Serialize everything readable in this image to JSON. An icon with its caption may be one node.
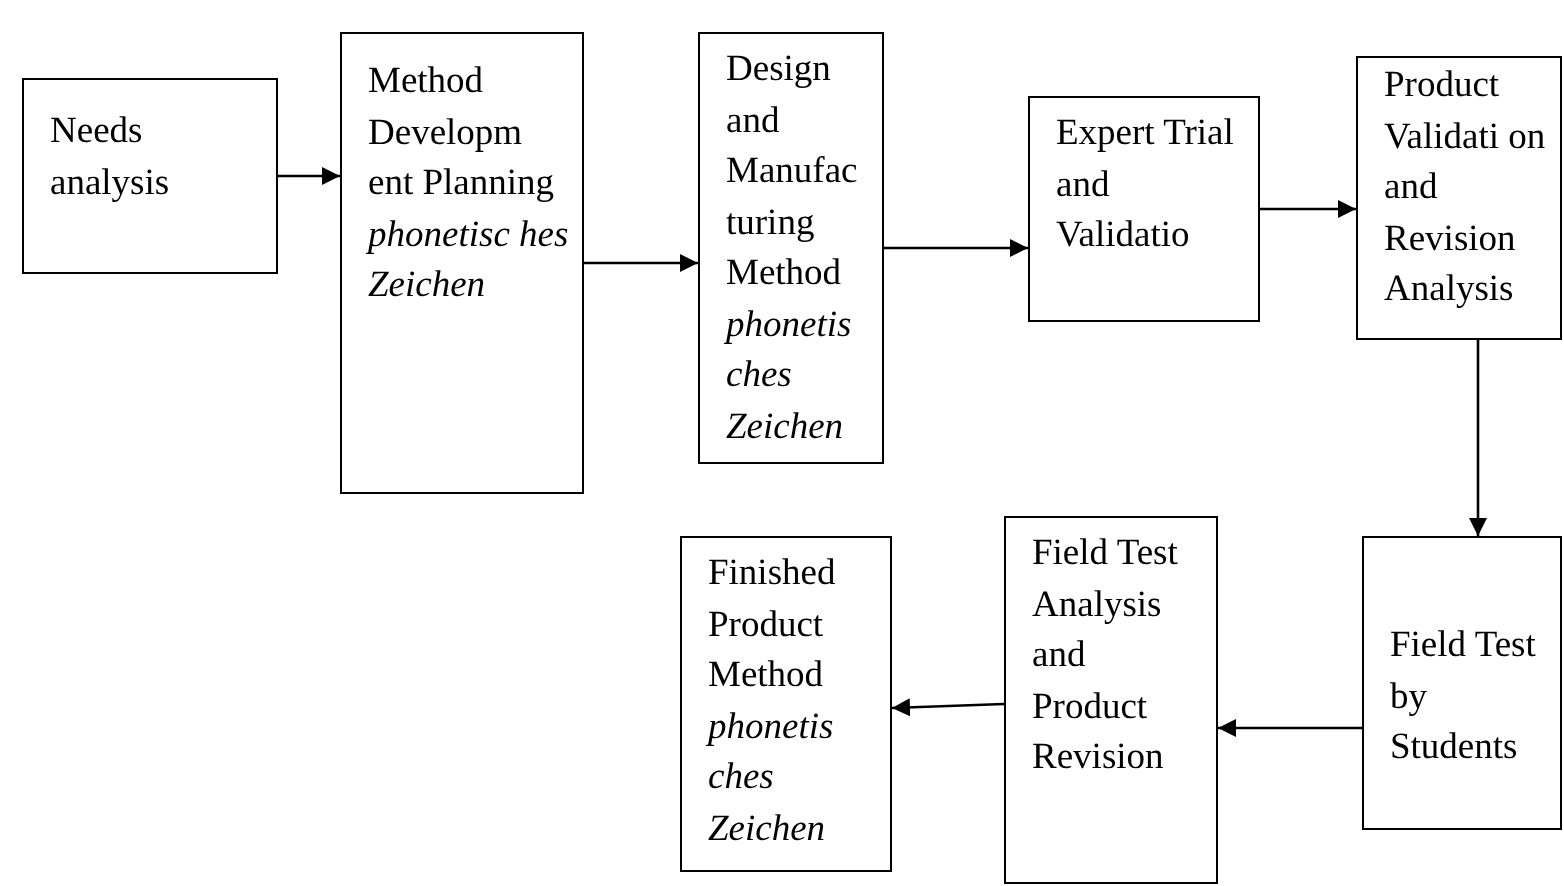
{
  "diagram": {
    "nodes": [
      {
        "text": [
          "Needs analysis"
        ]
      },
      {
        "text": [
          "Method Developm ent Planning *phonetisc hes Zeichen*"
        ]
      },
      {
        "text": [
          "Design and Manufac turing Method *phonetis ches Zeichen*"
        ]
      },
      {
        "text": [
          "Expert Trial and Validatio"
        ]
      },
      {
        "text": [
          "Product Validati on and Revision Analysis"
        ]
      },
      {
        "text": [
          "Field Test by Students"
        ]
      },
      {
        "text": [
          "Field Test Analysis and Product Revision"
        ]
      },
      {
        "text": [
          "Finished Product Method *phonetis ches Zeichen*"
        ]
      }
    ],
    "edges": [
      {
        "from": 0,
        "to": 1,
        "arrow": "to"
      },
      {
        "from": 1,
        "to": 2,
        "arrow": "to"
      },
      {
        "from": 2,
        "to": 3,
        "arrow": "to"
      },
      {
        "from": 3,
        "to": 4,
        "arrow": "to"
      },
      {
        "from": 4,
        "to": 5,
        "arrow": "to"
      },
      {
        "from": 5,
        "to": 6,
        "arrow": "to"
      },
      {
        "from": 6,
        "to": 7,
        "arrow": "to"
      }
    ]
  }
}
